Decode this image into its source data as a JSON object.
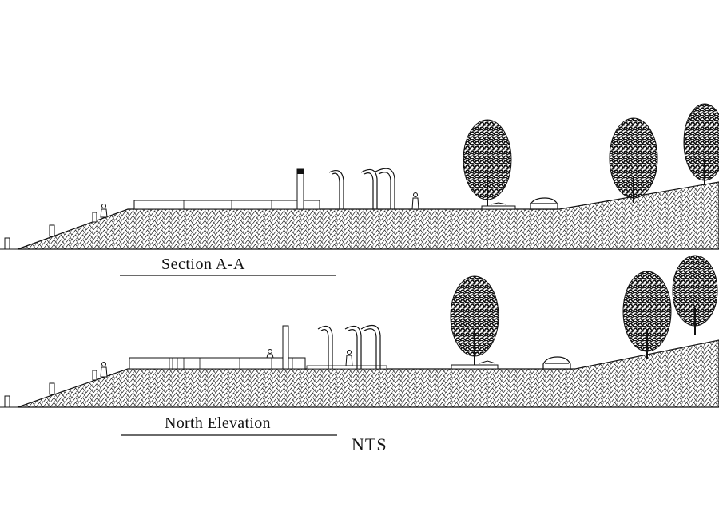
{
  "drawing": {
    "section_title": "Section A-A",
    "elevation_title": "North Elevation",
    "scale_note": "NTS"
  },
  "colors": {
    "line": "#111111",
    "paper": "#ffffff",
    "foliage": "#1a1a1a"
  }
}
